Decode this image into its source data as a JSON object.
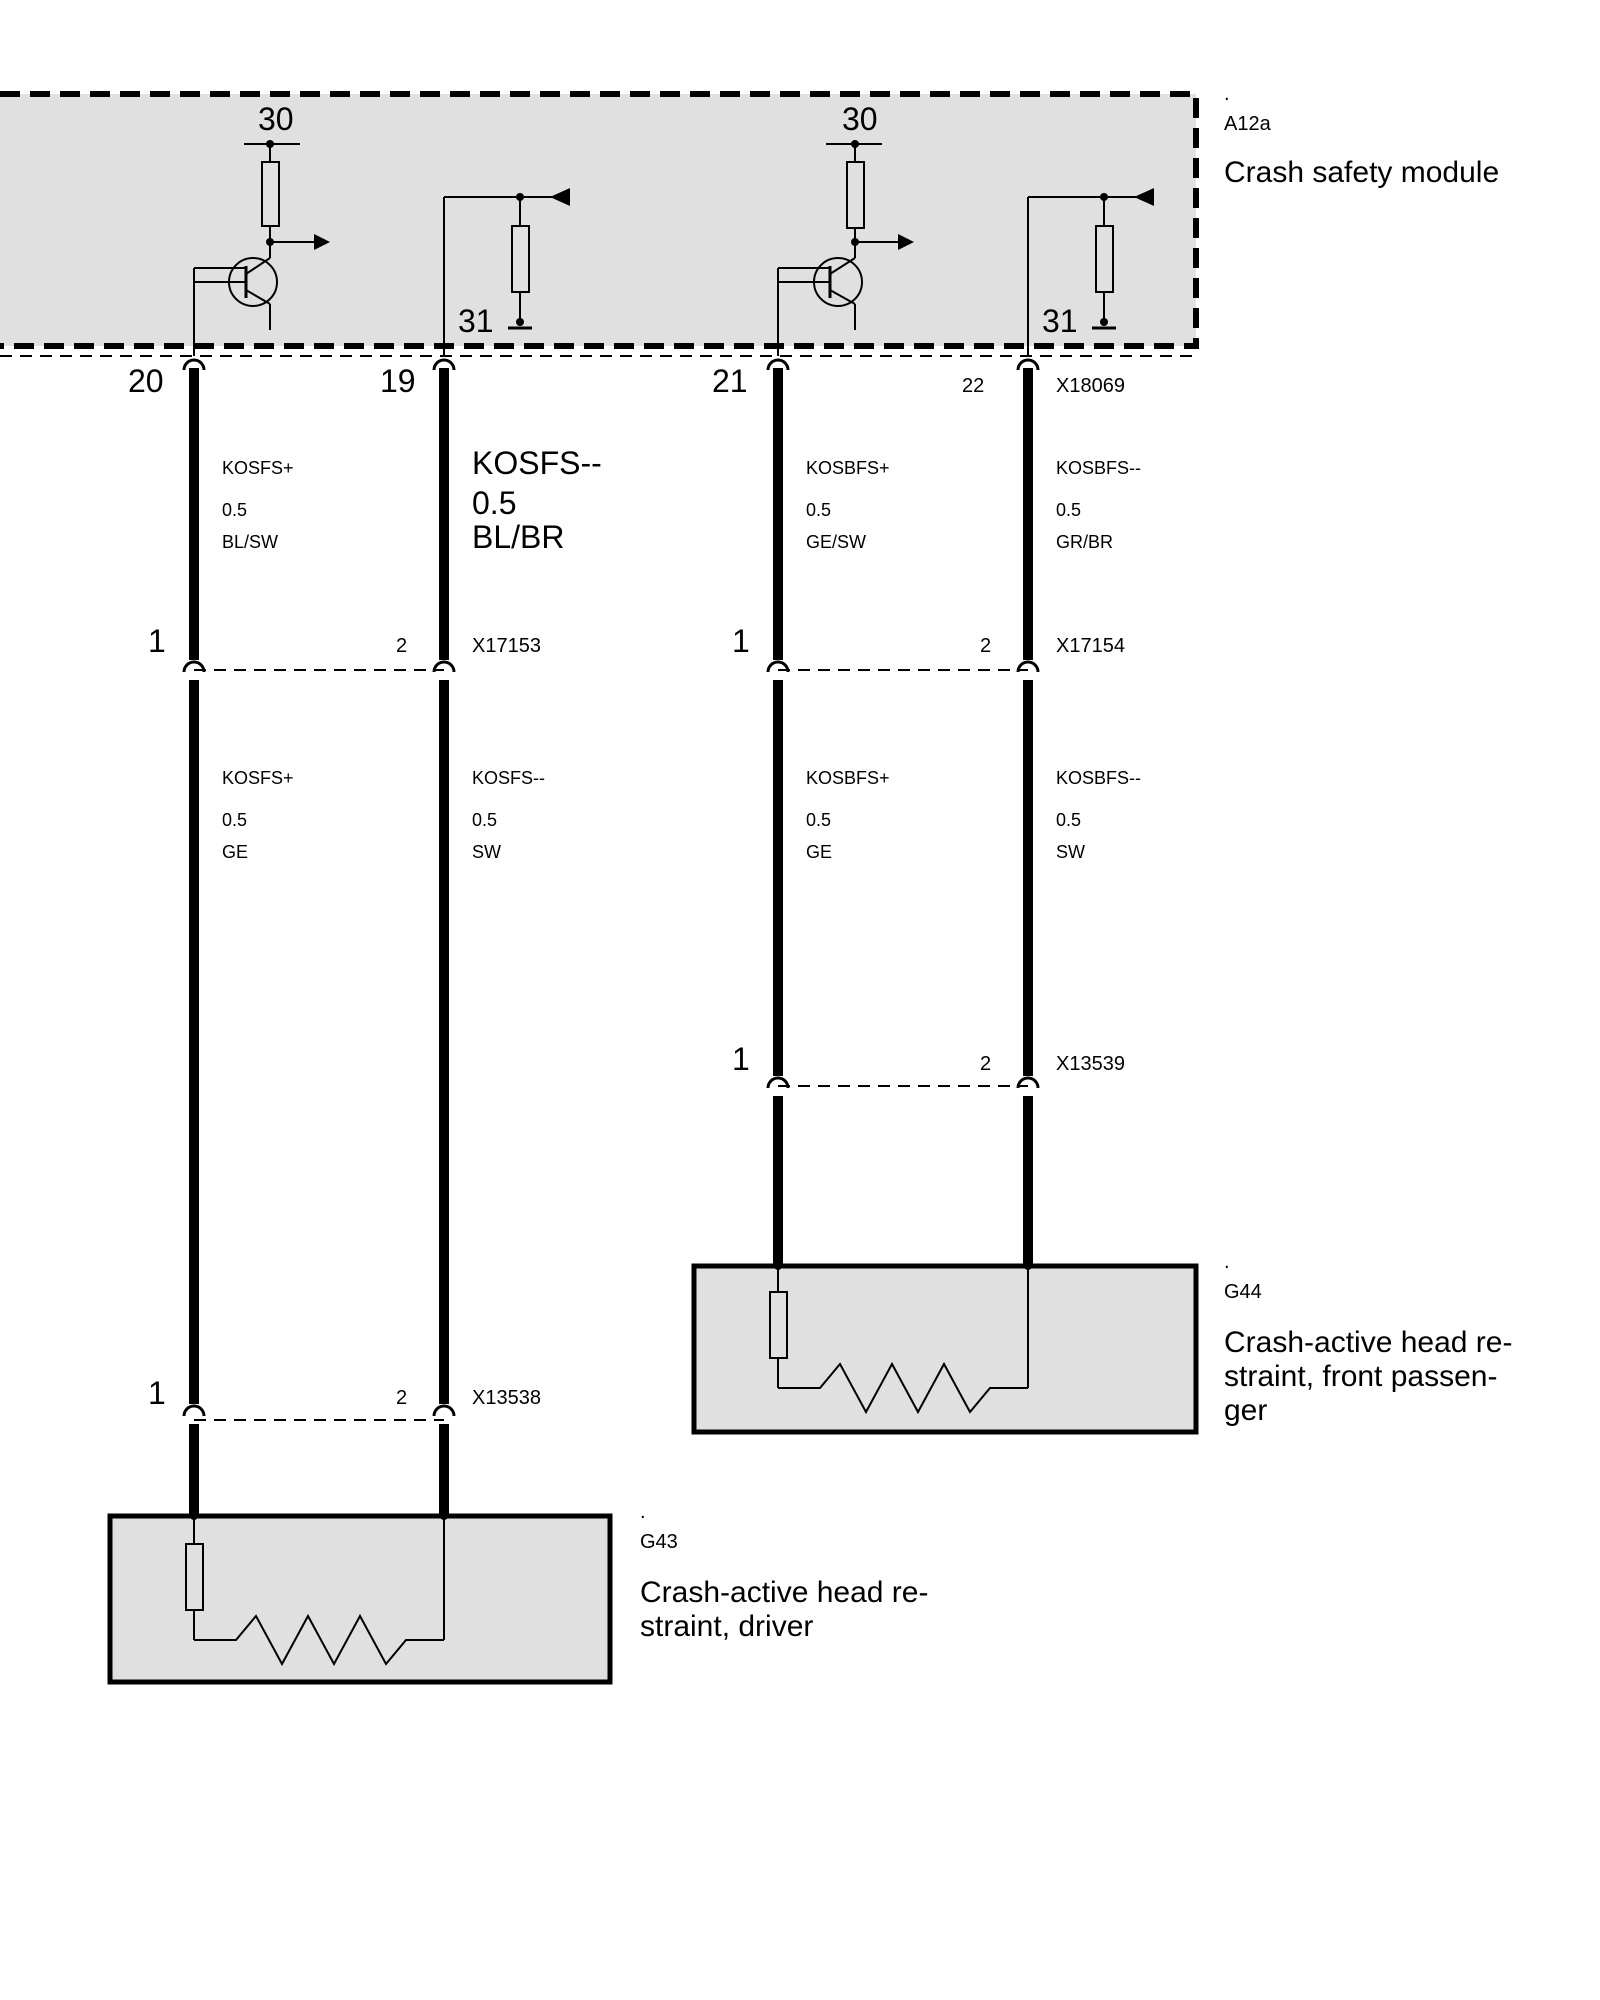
{
  "module": {
    "dot": ".",
    "id": "A12a",
    "name": "Crash safety module",
    "pin_30_left": "30",
    "pin_30_right": "30",
    "pin_31_left": "31",
    "pin_31_right": "31",
    "connector": "X18069"
  },
  "pins": {
    "p20": "20",
    "p19": "19",
    "p21": "21",
    "p22": "22"
  },
  "wires_upper": {
    "w1": {
      "signal": "KOSFS+",
      "size": "0.5",
      "color": "BL/SW"
    },
    "w2": {
      "signal": "KOSFS--",
      "size": "0.5",
      "color": "BL/BR"
    },
    "w3": {
      "signal": "KOSBFS+",
      "size": "0.5",
      "color": "GE/SW"
    },
    "w4": {
      "signal": "KOSBFS--",
      "size": "0.5",
      "color": "GR/BR"
    }
  },
  "wires_lower": {
    "w1": {
      "signal": "KOSFS+",
      "size": "0.5",
      "color": "GE"
    },
    "w2": {
      "signal": "KOSFS--",
      "size": "0.5",
      "color": "SW"
    },
    "w3": {
      "signal": "KOSBFS+",
      "size": "0.5",
      "color": "GE"
    },
    "w4": {
      "signal": "KOSBFS--",
      "size": "0.5",
      "color": "SW"
    }
  },
  "connectors": {
    "x17153": {
      "id": "X17153",
      "pin1": "1",
      "pin2": "2"
    },
    "x17154": {
      "id": "X17154",
      "pin1": "1",
      "pin2": "2"
    },
    "x13539": {
      "id": "X13539",
      "pin1": "1",
      "pin2": "2"
    },
    "x13538": {
      "id": "X13538",
      "pin1": "1",
      "pin2": "2"
    }
  },
  "g44": {
    "dot": ".",
    "id": "G44",
    "name_line1": "Crash-active head re-",
    "name_line2": "straint, front passen-",
    "name_line3": "ger"
  },
  "g43": {
    "dot": ".",
    "id": "G43",
    "name_line1": "Crash-active head re-",
    "name_line2": "straint, driver"
  }
}
